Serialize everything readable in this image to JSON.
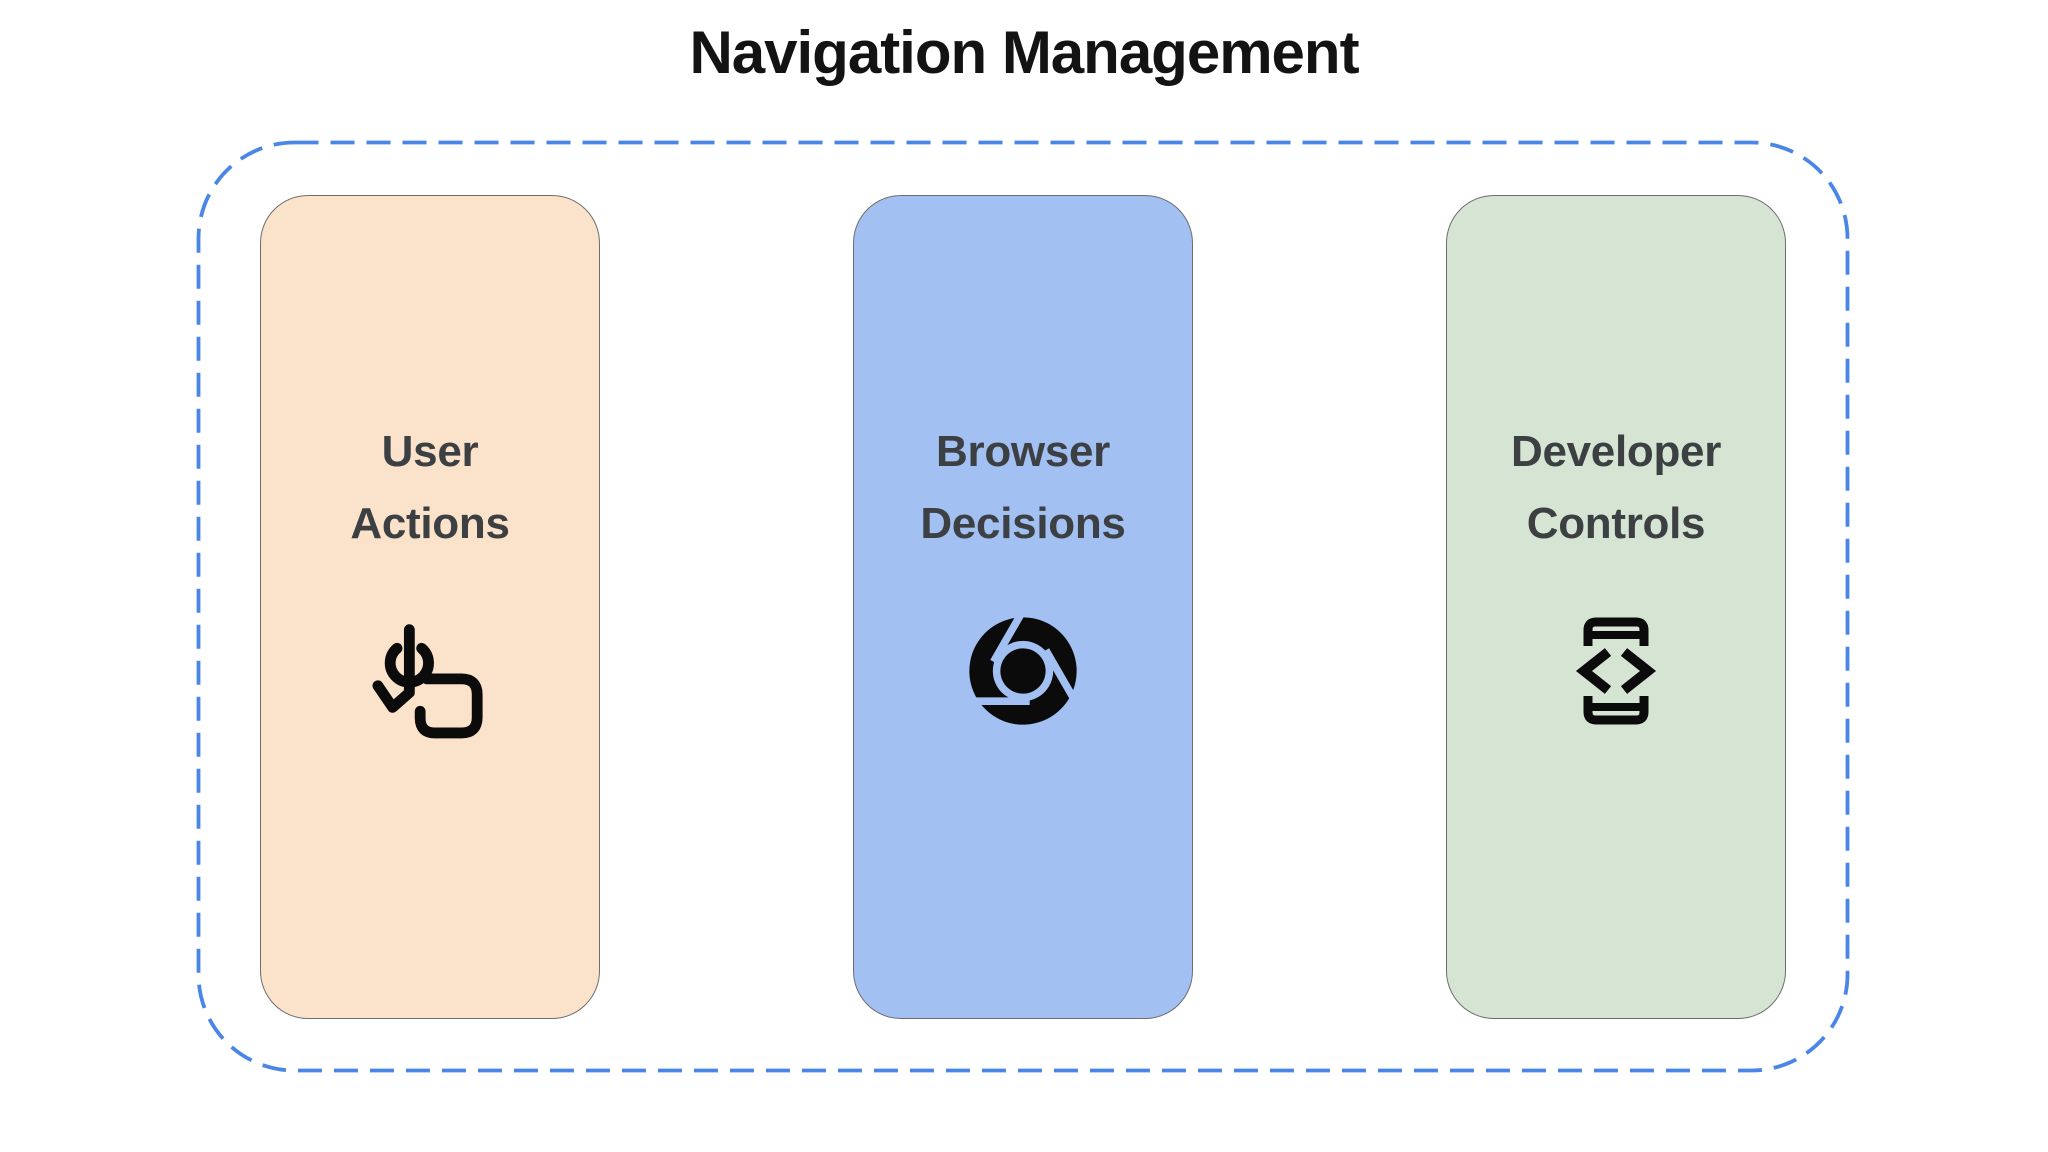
{
  "title": "Navigation Management",
  "colors": {
    "background": "#FFFFFF",
    "dashed_border": "#4A86E8",
    "card_border": "#6E6E6E",
    "title_text": "#131313",
    "card_text": "#3C4043",
    "icon": "#0B0B0B"
  },
  "cards": [
    {
      "label": "User Actions",
      "icon": "touch-gesture-icon",
      "bg": "#FAE3CA"
    },
    {
      "label": "Browser Decisions",
      "icon": "chrome-browser-icon",
      "bg": "#A2C0F2"
    },
    {
      "label": "Developer Controls",
      "icon": "developer-mode-icon",
      "bg": "#D6E5D3"
    }
  ]
}
